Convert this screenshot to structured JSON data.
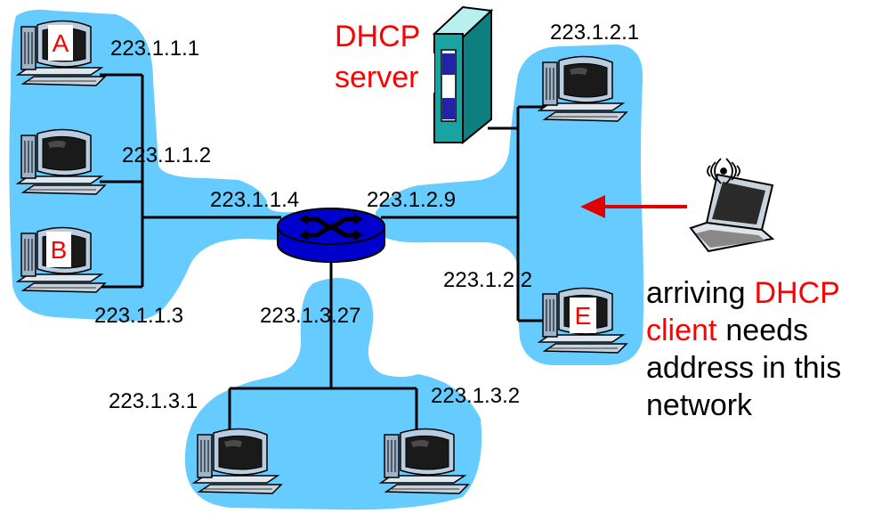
{
  "colors": {
    "subnet": "#66ccff",
    "link": "#000000",
    "router": "#0000cc",
    "label_red": "#ff0000",
    "arrow": "#e00000",
    "server": "#1aa3a3"
  },
  "hosts": {
    "A": {
      "tag": "A",
      "address": "223.1.1.1"
    },
    "host_1_2": {
      "address": "223.1.1.2"
    },
    "B": {
      "tag": "B",
      "address": "223.1.1.3"
    },
    "host_2_1": {
      "address": "223.1.2.1"
    },
    "E": {
      "tag": "E",
      "address": "223.1.2.2"
    },
    "host_3_1": {
      "address": "223.1.3.1"
    },
    "host_3_2": {
      "address": "223.1.3.2"
    }
  },
  "router": {
    "if_subnet1": "223.1.1.4",
    "if_subnet2": "223.1.2.9",
    "if_subnet3": "223.1.3.27"
  },
  "dhcp_server": {
    "line1": "DHCP",
    "line2": "server"
  },
  "caption": {
    "w_arriving": "arriving",
    "w_dhcp": "DHCP",
    "w_client": "client",
    "w_needs": "needs",
    "line3": "address in this",
    "line4": "network"
  },
  "icons": {
    "desktop": "desktop-computer-icon",
    "router": "router-icon",
    "server": "server-icon",
    "laptop": "laptop-icon",
    "wireless": "wireless-signal-icon",
    "arrow": "left-arrow-icon"
  }
}
